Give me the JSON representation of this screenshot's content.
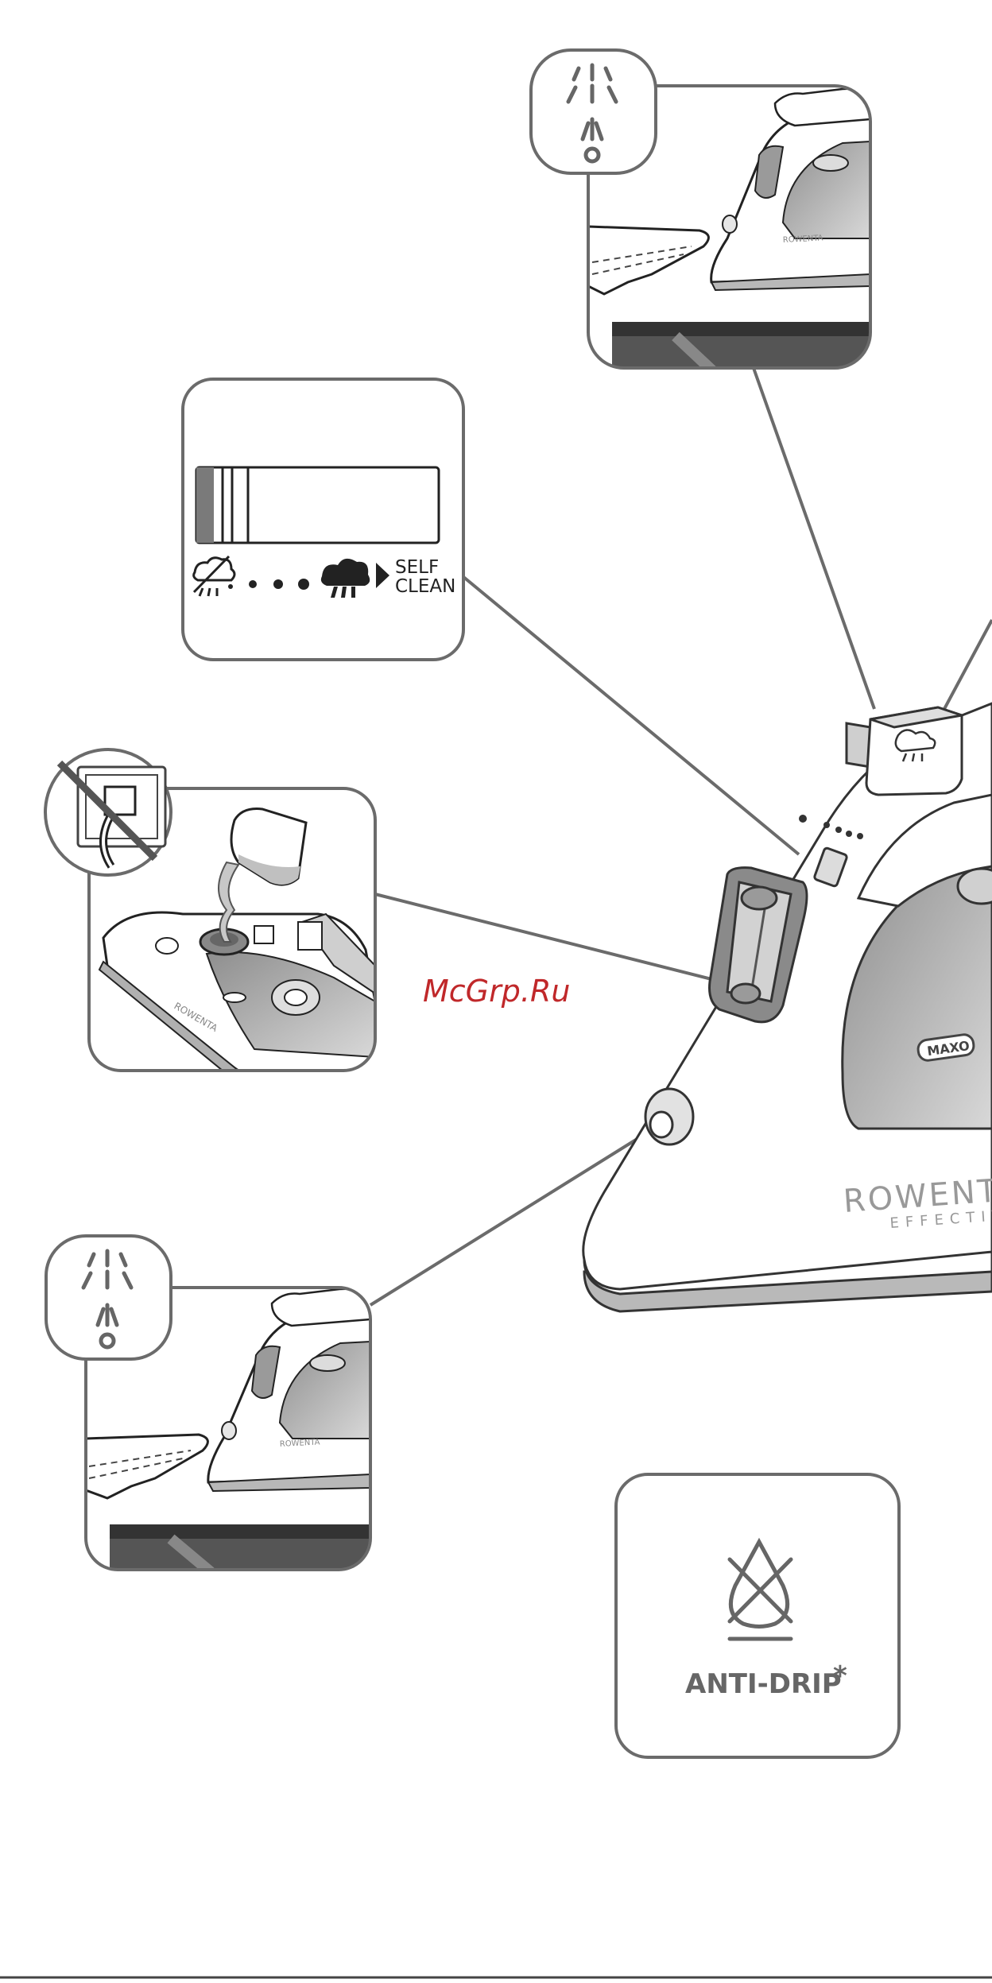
{
  "labels": {
    "self": "SELF",
    "clean": "CLEAN",
    "watermark": "McGrp.Ru",
    "brand": "ROWENTA",
    "model": "EFFECTIVE",
    "maxo": "MAXO",
    "anti_drip": "ANTI-DRIP",
    "asterisk": "*"
  },
  "colors": {
    "outline": "#6b6b6b",
    "watermark": "#c0282a",
    "body_grey": "#b9b9b9",
    "dark_grey": "#4a4a4a"
  },
  "icons": [
    "spray-icon",
    "self-clean-dial-icon",
    "unplug-icon",
    "water-fill-icon",
    "anti-drip-icon",
    "steam-icon"
  ]
}
